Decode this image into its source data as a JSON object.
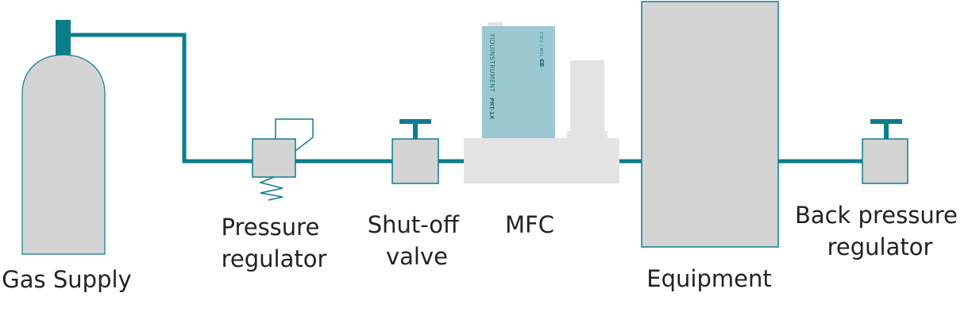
{
  "labels": {
    "gas_supply": "Gas Supply",
    "pressure_regulator": [
      "Pressure",
      "regulator"
    ],
    "shutoff_valve": [
      "Shut-off",
      "valve"
    ],
    "mfc": "MFC",
    "equipment": "Equipment",
    "back_pressure_regulator": [
      "Back pressure",
      "regulator"
    ]
  },
  "mfc_device": {
    "brand": "YIDUINSTRUMENT",
    "model": "PRT-1X",
    "ce_mark": "CE",
    "side_text": "YIDU | MSL 800"
  },
  "colors": {
    "pipe": "#0d7d8c",
    "component_fill": "#d4d4d4",
    "component_stroke": "#0d7d8c",
    "mfc_body": "#9cc8d2",
    "mfc_base": "#e3e3e3",
    "text": "#222222"
  }
}
